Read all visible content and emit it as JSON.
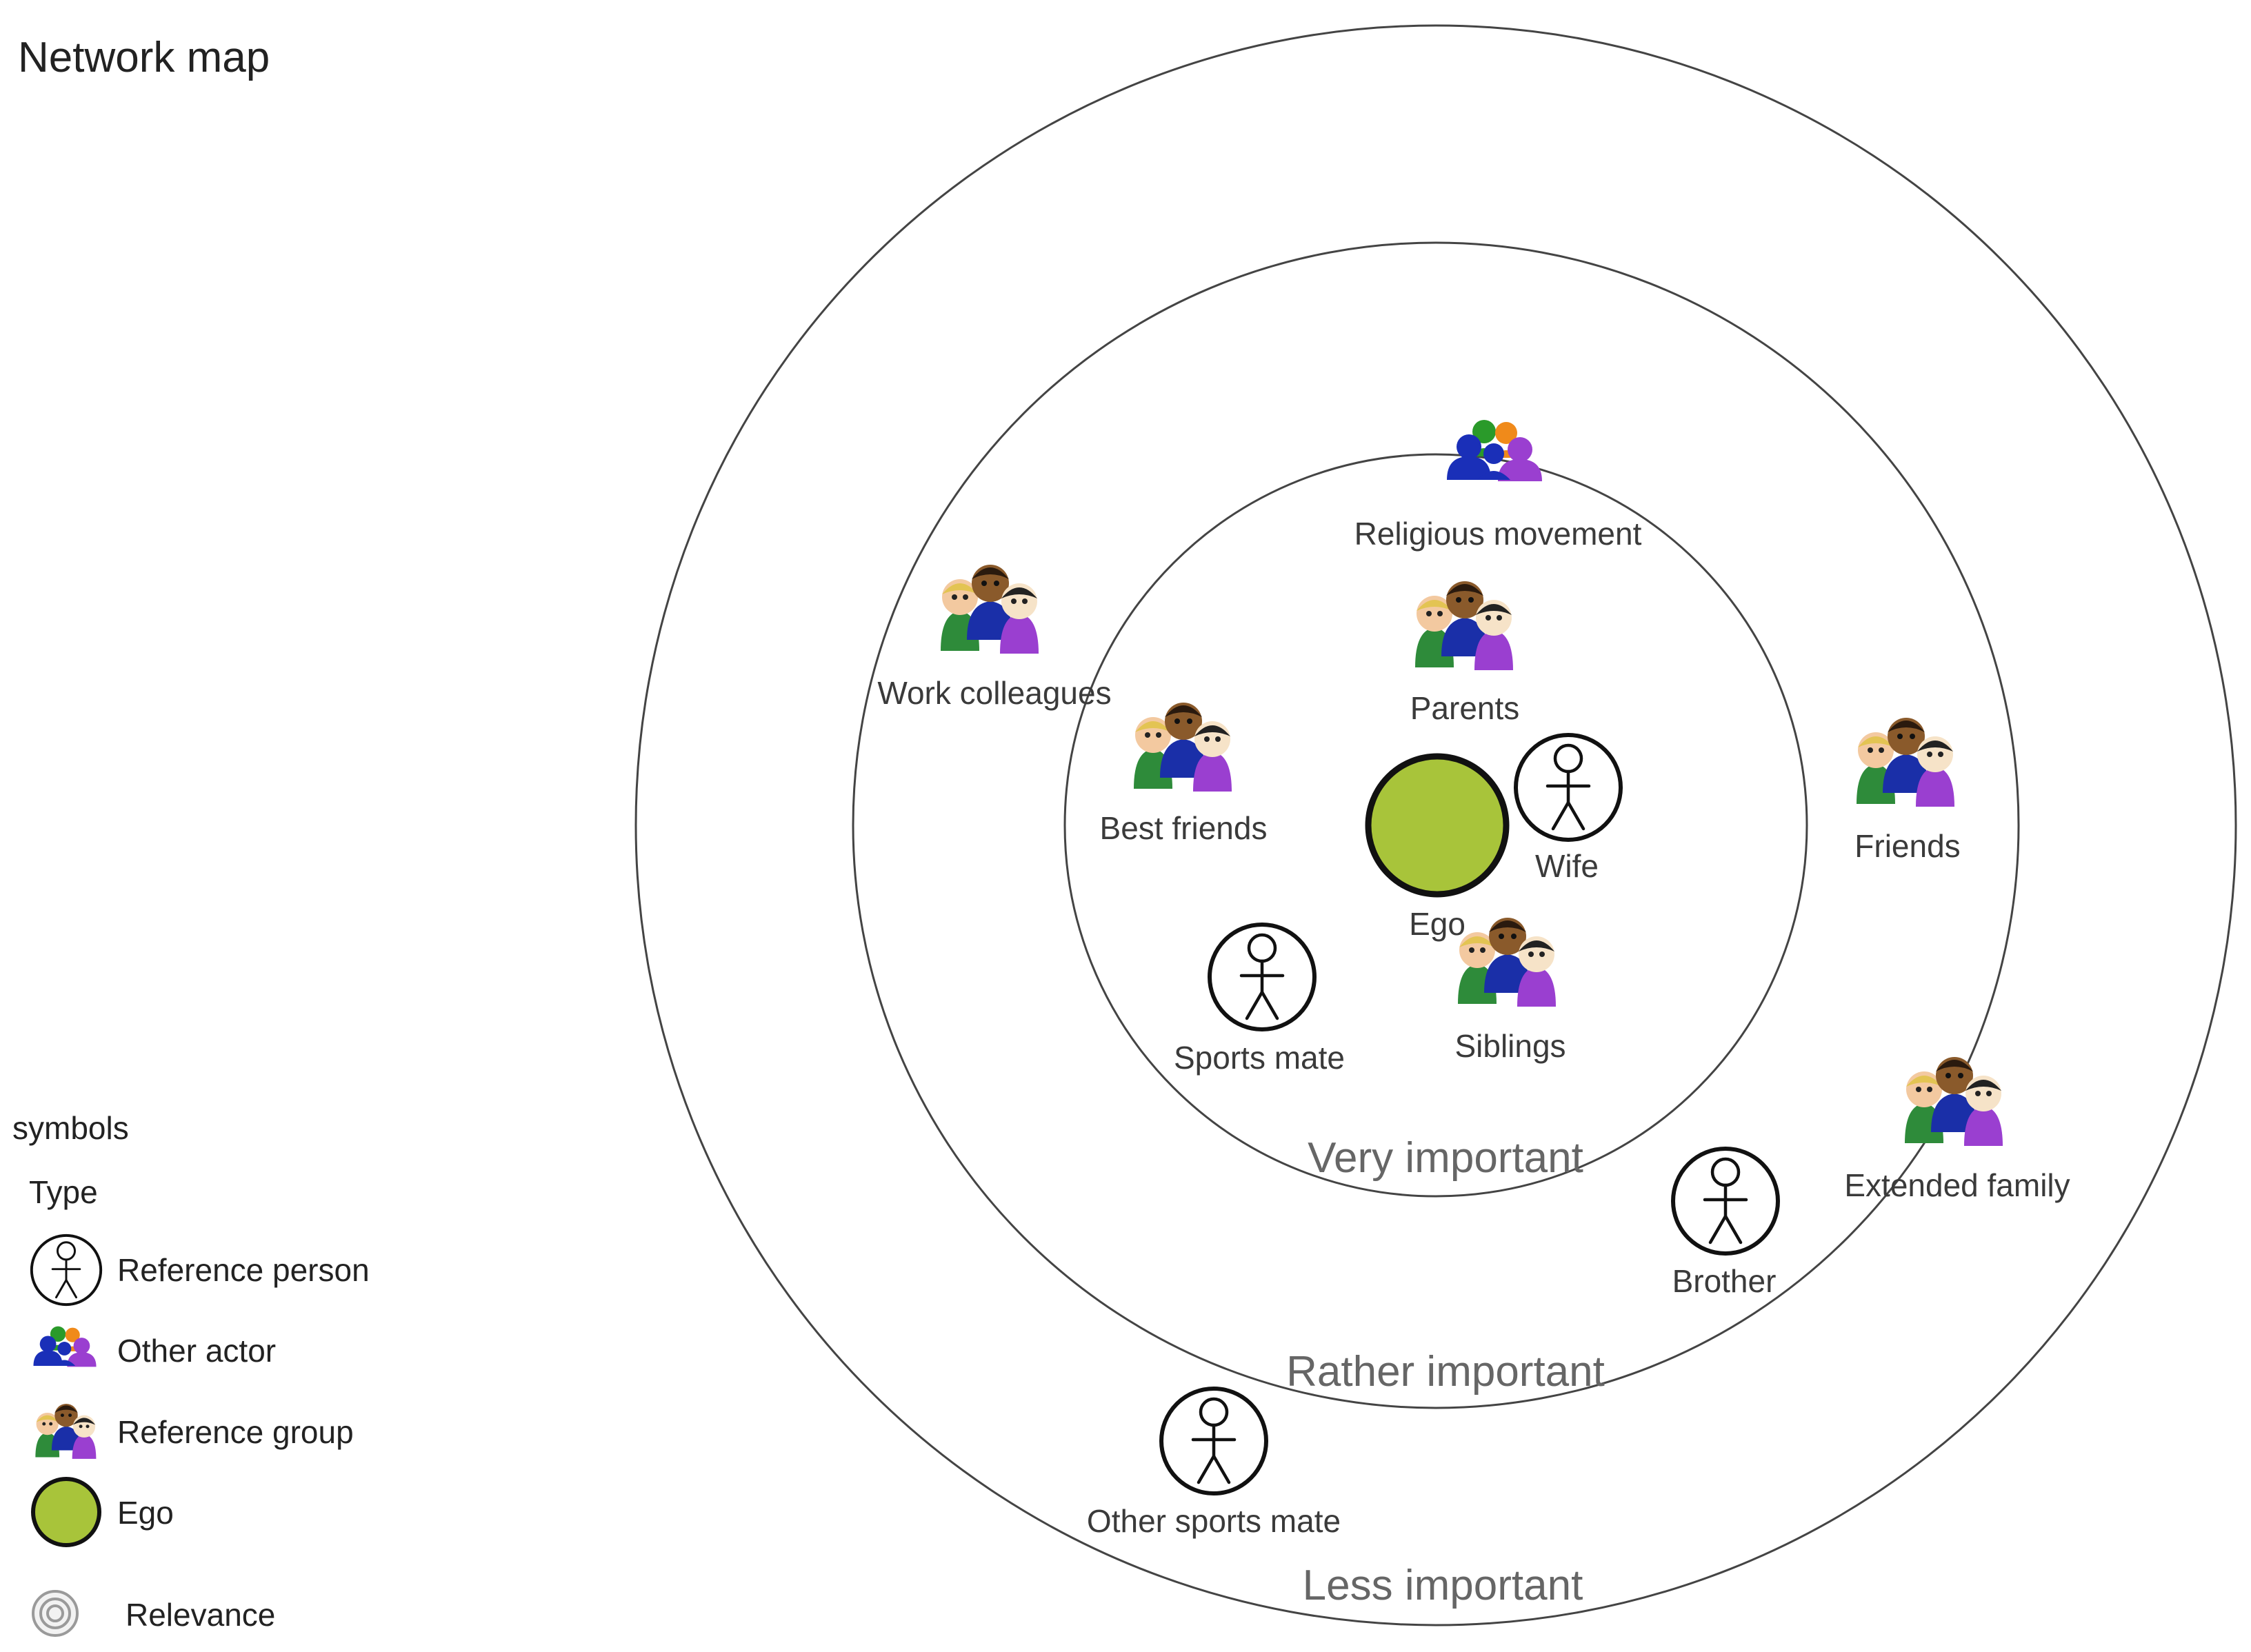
{
  "title": "Network map",
  "rings": [
    {
      "level": 1,
      "label": "Very important"
    },
    {
      "level": 2,
      "label": "Rather important"
    },
    {
      "level": 3,
      "label": "Less important"
    }
  ],
  "ego": {
    "label": "Ego",
    "color": "#a8c43a"
  },
  "nodes": [
    {
      "id": "wife",
      "type": "reference-person",
      "label": "Wife"
    },
    {
      "id": "parents",
      "type": "reference-group",
      "label": "Parents"
    },
    {
      "id": "best-friends",
      "type": "reference-group",
      "label": "Best friends"
    },
    {
      "id": "siblings",
      "type": "reference-group",
      "label": "Siblings"
    },
    {
      "id": "sports-mate",
      "type": "reference-person",
      "label": "Sports mate"
    },
    {
      "id": "religious-movement",
      "type": "other-actor",
      "label": "Religious movement"
    },
    {
      "id": "work-colleagues",
      "type": "reference-group",
      "label": "Work colleagues"
    },
    {
      "id": "friends",
      "type": "reference-group",
      "label": "Friends"
    },
    {
      "id": "extended-family",
      "type": "reference-group",
      "label": "Extended family"
    },
    {
      "id": "brother",
      "type": "reference-person",
      "label": "Brother"
    },
    {
      "id": "other-sports-mate",
      "type": "reference-person",
      "label": "Other sports mate"
    }
  ],
  "legend": {
    "heading": "symbols",
    "subheading": "Type",
    "items": [
      {
        "icon": "reference-person-icon",
        "label": "Reference person"
      },
      {
        "icon": "other-actor-icon",
        "label": "Other actor"
      },
      {
        "icon": "reference-group-icon",
        "label": "Reference group"
      },
      {
        "icon": "ego-icon",
        "label": "Ego"
      },
      {
        "icon": "relevance-icon",
        "label": "Relevance"
      }
    ]
  }
}
